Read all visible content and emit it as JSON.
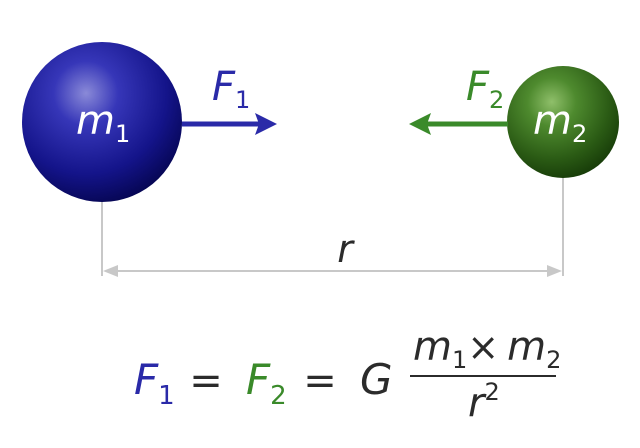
{
  "diagram": {
    "mass_1": {
      "symbol": "m",
      "subscript": "1",
      "color": "#1a1a9e"
    },
    "mass_2": {
      "symbol": "m",
      "subscript": "2",
      "color": "#2e6b1a"
    },
    "force_1": {
      "symbol": "F",
      "subscript": "1",
      "color": "#2a2aa8"
    },
    "force_2": {
      "symbol": "F",
      "subscript": "2",
      "color": "#3a8a2a"
    },
    "distance": {
      "symbol": "r",
      "line_color": "#c8c8c8"
    }
  },
  "equation": {
    "lhs1_symbol": "F",
    "lhs1_subscript": "1",
    "equals_1": "=",
    "lhs2_symbol": "F",
    "lhs2_subscript": "2",
    "equals_2": "=",
    "constant": "G",
    "numerator_m1": "m",
    "numerator_m1_subscript": "1",
    "times": "×",
    "numerator_m2": "m",
    "numerator_m2_subscript": "2",
    "denominator_r": "r",
    "denominator_exponent": "2",
    "text_color": "#2b2b2b"
  }
}
